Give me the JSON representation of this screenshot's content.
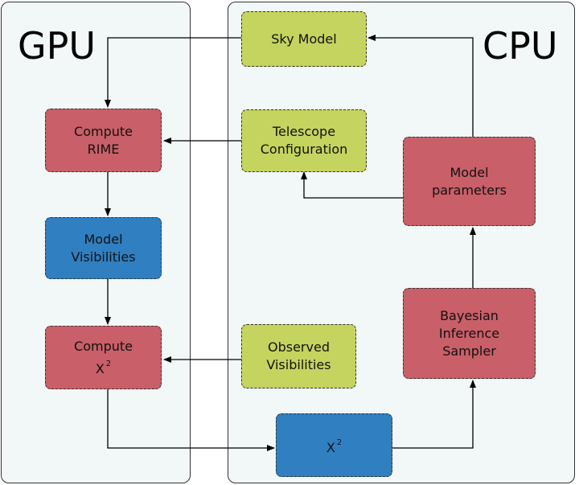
{
  "panels": {
    "gpu": {
      "title": "GPU"
    },
    "cpu": {
      "title": "CPU"
    }
  },
  "nodes": {
    "sky_model": {
      "lines": [
        "Sky Model"
      ],
      "color": "#c4d45e"
    },
    "telescope_configuration": {
      "lines": [
        "Telescope",
        "Configuration"
      ],
      "color": "#c4d45e"
    },
    "observed_visibilities": {
      "lines": [
        "Observed",
        "Visibilities"
      ],
      "color": "#c4d45e"
    },
    "compute_rime": {
      "lines": [
        "Compute",
        "RIME"
      ],
      "color": "#c95f68"
    },
    "model_visibilities": {
      "lines": [
        "Model",
        "Visibilities"
      ],
      "color": "#2f7fc1"
    },
    "compute_chi2": {
      "line1": "Compute",
      "symbol": "X",
      "superscript": "2",
      "color": "#c95f68"
    },
    "model_parameters": {
      "lines": [
        "Model",
        "parameters"
      ],
      "color": "#c95f68"
    },
    "bayesian_inference_sampler": {
      "lines": [
        "Bayesian",
        "Inference",
        "Sampler"
      ],
      "color": "#c95f68"
    },
    "chi2": {
      "symbol": "X",
      "superscript": "2",
      "color": "#2f7fc1"
    }
  },
  "edges": [
    {
      "from": "sky_model",
      "to": "compute_rime"
    },
    {
      "from": "telescope_configuration",
      "to": "compute_rime"
    },
    {
      "from": "compute_rime",
      "to": "model_visibilities"
    },
    {
      "from": "model_visibilities",
      "to": "compute_chi2"
    },
    {
      "from": "observed_visibilities",
      "to": "compute_chi2"
    },
    {
      "from": "compute_chi2",
      "to": "chi2"
    },
    {
      "from": "chi2",
      "to": "bayesian_inference_sampler"
    },
    {
      "from": "bayesian_inference_sampler",
      "to": "model_parameters"
    },
    {
      "from": "model_parameters",
      "to": "sky_model"
    },
    {
      "from": "model_parameters",
      "to": "telescope_configuration"
    }
  ]
}
